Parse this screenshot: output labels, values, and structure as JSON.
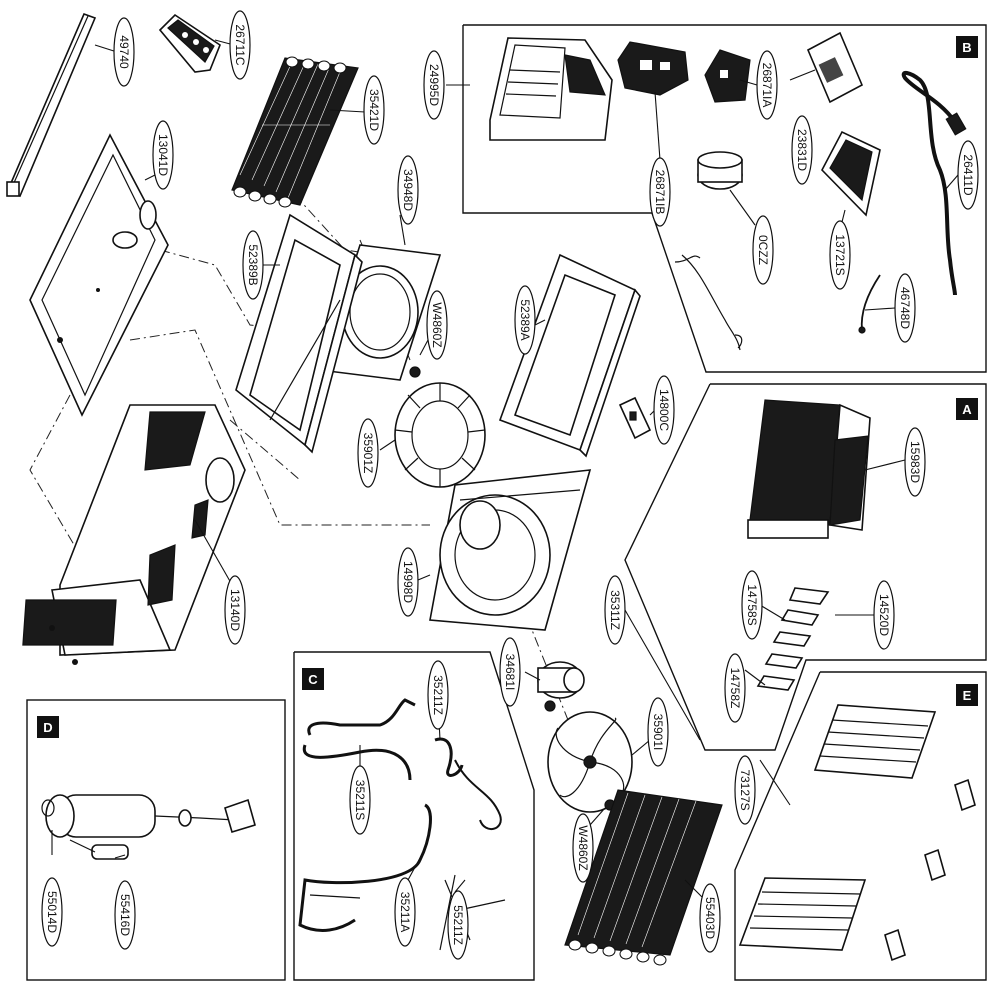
{
  "sections": [
    {
      "id": "B",
      "letter": "B"
    },
    {
      "id": "A",
      "letter": "A"
    },
    {
      "id": "C",
      "letter": "C"
    },
    {
      "id": "D",
      "letter": "D"
    },
    {
      "id": "E",
      "letter": "E"
    }
  ],
  "labels": {
    "p49740": "49740",
    "p26711C": "26711C",
    "p35421D": "35421D",
    "p13041D": "13041D",
    "p34948D": "34948D",
    "p52389B": "52389B",
    "pW4860Z_a": "W4860Z",
    "p35901Z": "35901Z",
    "p52389A": "52389A",
    "p14800C": "14800C",
    "p24995D": "24995D",
    "p26871IB": "26871IB",
    "p26871IA": "26871IA",
    "p23831D": "23831D",
    "p26411D": "26411D",
    "p0CZZ": "0CZZ",
    "p13721S": "13721S",
    "p46748D": "46748D",
    "p15983D": "15983D",
    "p14998D": "14998D",
    "p13140D": "13140D",
    "p35311Z": "35311Z",
    "p14758S": "14758S",
    "p14520D": "14520D",
    "p14758Z": "14758Z",
    "p34681I": "34681I",
    "p35901I": "35901I",
    "pW4860Z_b": "W4860Z",
    "p55403D": "55403D",
    "p73127S": "73127S",
    "p35211S": "35211S",
    "p35211Z": "35211Z",
    "p35211A": "35211A",
    "p55211Z": "55211Z",
    "p55014D": "55014D",
    "p55416D": "55416D"
  }
}
